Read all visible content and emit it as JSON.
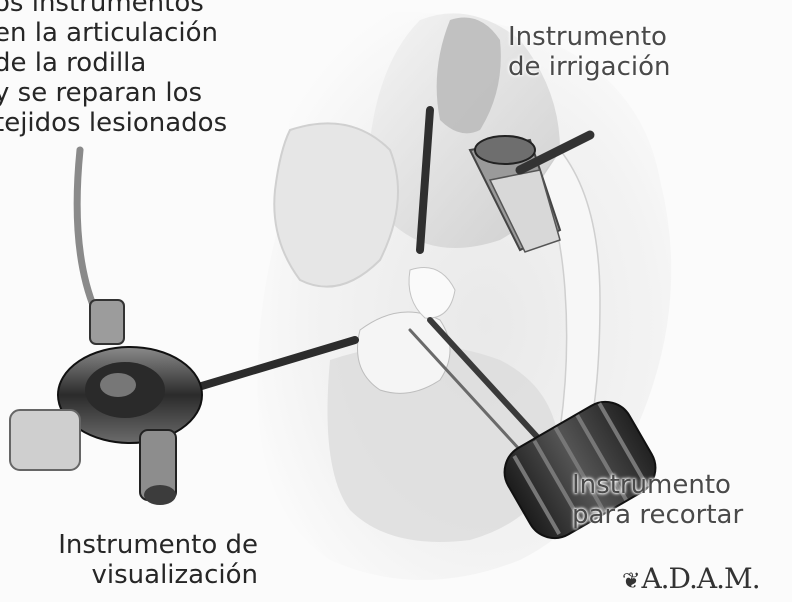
{
  "labels": {
    "description": [
      "os instrumentos",
      "en la articulación",
      "de la rodilla",
      "y se reparan los",
      "tejidos lesionados"
    ],
    "irrigation": [
      "Instrumento",
      "de irrigación"
    ],
    "cutting": [
      "Instrumento",
      "para recortar"
    ],
    "viewing": [
      "Instrumento de",
      "visualización"
    ]
  },
  "logo": {
    "mark": "❦",
    "text": "A.D.A.M."
  },
  "colors": {
    "background": "#fbfbfb",
    "text": "#262626"
  }
}
